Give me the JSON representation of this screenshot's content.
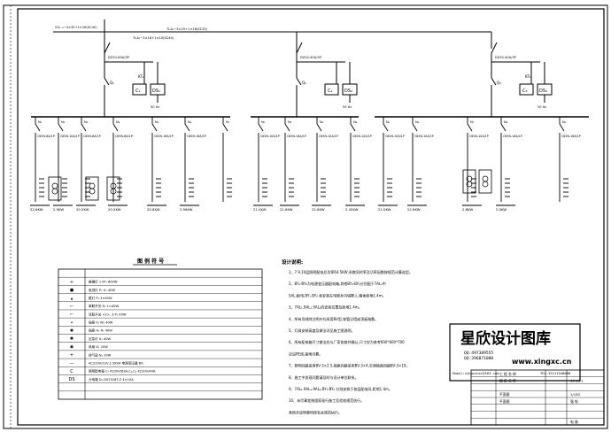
{
  "feeders": [
    {
      "id": "1",
      "upper": "VV₃₋₄−3×35+1×16(SC40)",
      "lower": "7LA₁−3×16+1×10(SC40)",
      "breaker": "DZ20-63A/3P",
      "q": "Q₁",
      "c": "C₁",
      "ds": "DS₁",
      "kt": "KT₁",
      "hz": "50 Hz"
    },
    {
      "id": "2",
      "upper": "",
      "lower": "7LA₂−3×25+1×16(SC32)",
      "breaker": "DZ20-40A/3P",
      "q": "Q₂",
      "c": "C₂",
      "ds": "DS₂",
      "kt": "",
      "hz": "50 Hz"
    },
    {
      "id": "3",
      "upper": "",
      "lower": "",
      "breaker": "DZ20-40A/3P",
      "q": "Q₃",
      "c": "C₃",
      "ds": "DS₃",
      "kt": "KT₃",
      "hz": "50 Hz"
    }
  ],
  "branches": [
    {
      "n": "N₁",
      "cb": "C65N-6A/1P",
      "load": "22.8KW"
    },
    {
      "n": "N₂",
      "cb": "C65N-10A/1P",
      "load": "2.5KW"
    },
    {
      "n": "N₃",
      "cb": "C65N-6A/1P",
      "load": "20.5KW"
    },
    {
      "n": "N₄",
      "cb": "C65N-6A/1P",
      "load": "20.5KW"
    },
    {
      "n": "N₅",
      "cb": "C65N-16A/1P",
      "load": "20.8KW"
    },
    {
      "n": "N₆",
      "cb": "C65N-16A/1P",
      "load": "2.56KW"
    },
    {
      "n": "N₇",
      "cb": "",
      "load": ""
    },
    {
      "n": "N₁",
      "cb": "C65N-10A/1P",
      "load": "21.0KW"
    },
    {
      "n": "N₂",
      "cb": "C65N-16A/1P",
      "load": "21.6KW"
    },
    {
      "n": "N₃",
      "cb": "C65N-10A/1P",
      "load": "22.8KW"
    },
    {
      "n": "N₄",
      "cb": "C65N-10A/1P",
      "load": "2.45KW"
    },
    {
      "n": "N₅",
      "cb": "C65N-10A/1P",
      "load": "21.0KW"
    },
    {
      "n": "N₆",
      "cb": "C65N-10A/1P",
      "load": "22.6KW"
    },
    {
      "n": "N₇",
      "cb": "C65N-10A/1P",
      "load": "2.8KW"
    },
    {
      "n": "N₈",
      "cb": "C65N-16A/1P",
      "load": "2.0KW"
    },
    {
      "n": "N₉",
      "cb": "C65N-16A/1P",
      "load": ""
    }
  ],
  "legend": {
    "title": "图  例  符  号",
    "rows": [
      {
        "symbol": "",
        "text": ""
      },
      {
        "symbol": "+",
        "text": "格栅灯 1×P₁ 800W"
      },
      {
        "symbol": "●",
        "text": "吸顶灯 P₂ U₁ 40W"
      },
      {
        "symbol": "▴",
        "text": "壁灯 P₃ 3×40W"
      },
      {
        "symbol": "⌐",
        "text": "单联开关 R₁ 1×40W"
      },
      {
        "symbol": "⌐",
        "text": "双联开关 <2>, 3 P₂ 40W"
      },
      {
        "symbol": "•",
        "text": "插座 P₃ W₁ 40W"
      },
      {
        "symbol": "✱",
        "text": "插座 H₁ R₁ 40W"
      },
      {
        "symbol": "✱",
        "text": "应急灯 A₁ 40W"
      },
      {
        "symbol": "✱",
        "text": "风扇 D₁ 20W"
      },
      {
        "symbol": "+",
        "text": "排气扇 N₁ 20W"
      },
      {
        "symbol": "—",
        "text": "AC220V/12V,1.5KVA 电源变压器 BY₁"
      },
      {
        "symbol": "C",
        "text": "照明配电箱 C₁ K220V/63A,C₂,C₃ K220V/40A"
      },
      {
        "symbol": "DS",
        "text": "分电箱 D₁ DS2316T-Z 4×10A"
      },
      {
        "symbol": "",
        "text": ""
      },
      {
        "symbol": "",
        "text": ""
      }
    ]
  },
  "notes": {
    "heading": "设计说明:",
    "items": [
      "1、7.9.10层照明配电总功率64.5KW,系数同时率及功率因数按规范计算选型。",
      "2、BY₁-BY₂为电源变压器配电箱,其他BY₂-BY₆分别配于7AL₁中",
      "    5AL₁配电,BY₁.BY₂ 各安装在电缆井内墙壁上,箱体距地1.4m。",
      "3、7AL₁.9AL₁.9AL₁的安装位置及距地1.4m。",
      "4、所有导线除注明外均采用BV型,穿管沿墙或顶板暗敷。",
      "5、灯具安装高度及做法详见施工图说明。",
      "6、所有配电箱尺寸做法应与厂家协商并确认,尺寸仅为参考600*600*700",
      "    应设PE线,接地可靠。",
      "7、照明回路采用BV-3×2.5,插座回路采用BV-3×4,空调插座回路BV-3×10。",
      "8、施工中发现问题请及时与设计单位联系。",
      "9、7AL₁.9AL₁.9AL₂.BY₁-BY₂ 分别安装于各层配电间,距地1.4m。",
      "10、未尽事宜按国家现行施工及验收规范执行。",
      "    其他未说明事项按有关规范执行。"
    ]
  },
  "stamp": {
    "name": "星欣设计图库",
    "qq1": "QQ:497389555",
    "qq2": "QQ:396071000",
    "url": "www.xingxc.cn",
    "email": "Email:xingxincc@163.com",
    "tel": "TEL:15111548000"
  },
  "titleblock": {
    "rows": [
      {
        "a": "",
        "b": "工  程  名  称",
        "c": ""
      },
      {
        "a": "",
        "b": "图  纸  名  称",
        "c": "13-15-1"
      },
      {
        "a": "",
        "b": "",
        "c": ""
      },
      {
        "a": "",
        "b": "平面图",
        "c": "1/150"
      },
      {
        "a": "",
        "b": "平面图",
        "c": "强  电"
      },
      {
        "a": "",
        "b": "",
        "c": ""
      },
      {
        "a": "",
        "b": "",
        "c": ""
      },
      {
        "a": "",
        "b": "",
        "c": "电  施"
      }
    ]
  }
}
